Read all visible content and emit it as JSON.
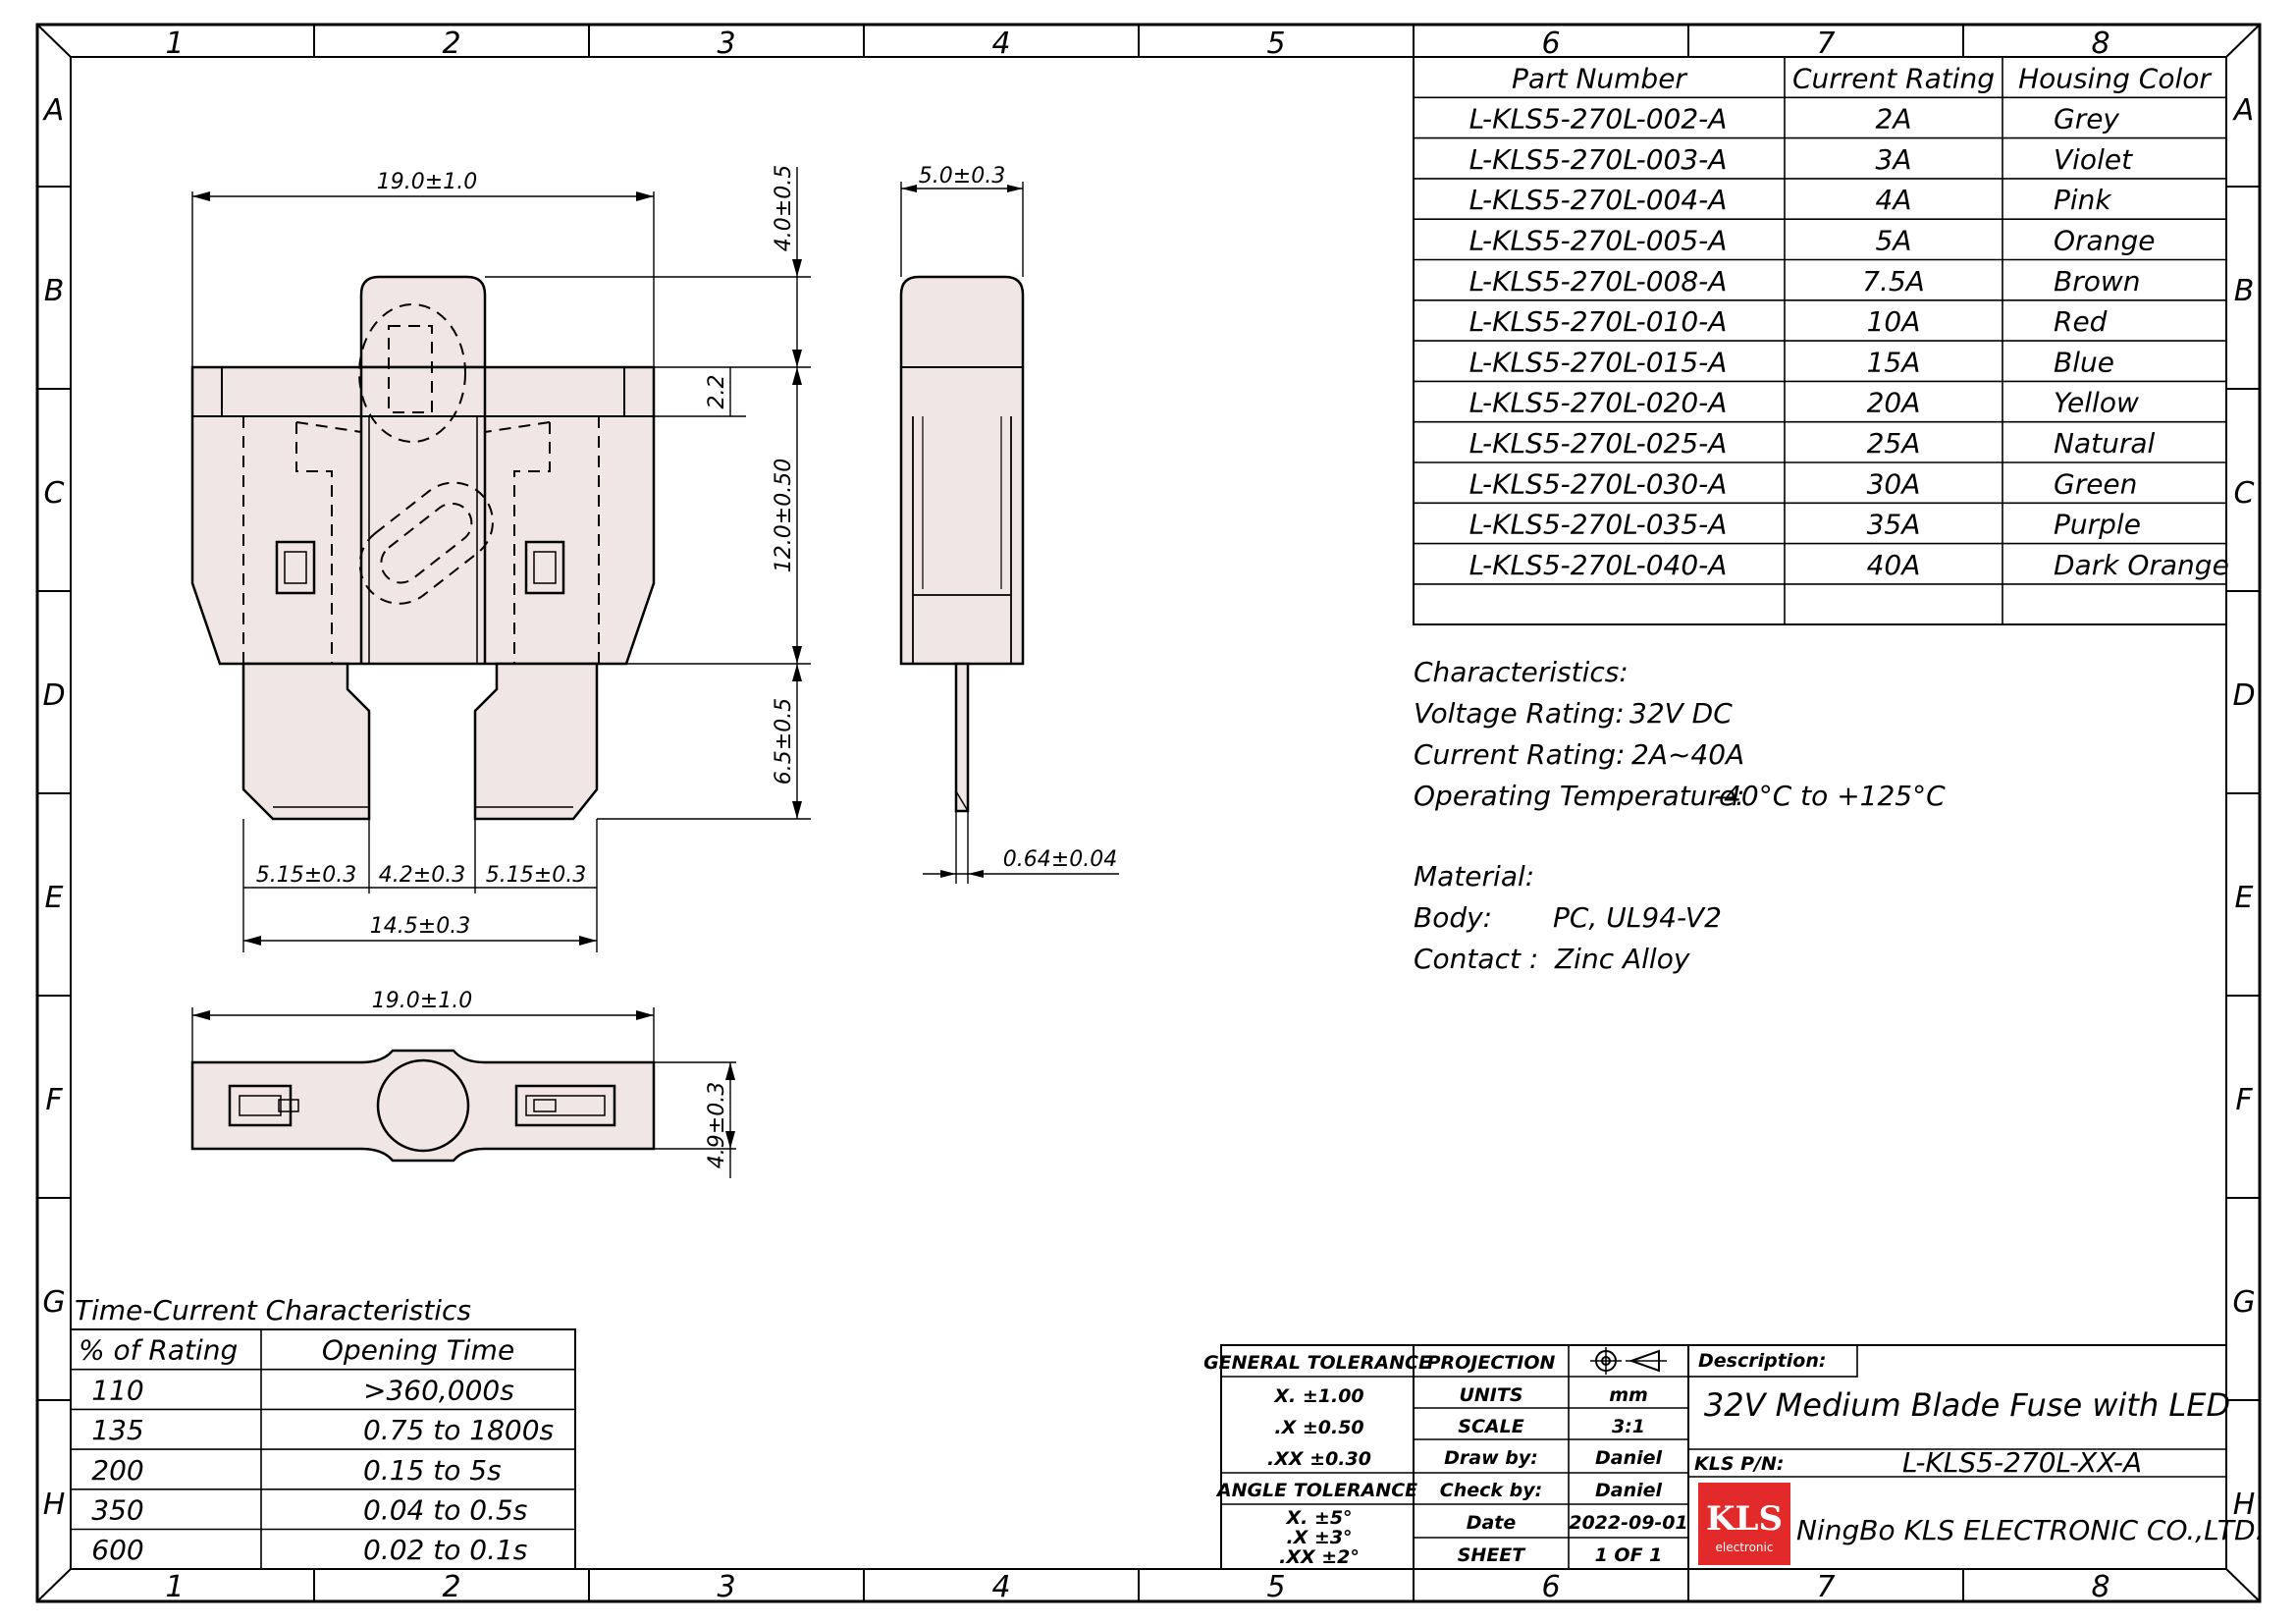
{
  "frame": {
    "columns": [
      "1",
      "2",
      "3",
      "4",
      "5",
      "6",
      "7",
      "8"
    ],
    "rows": [
      "A",
      "B",
      "C",
      "D",
      "E",
      "F",
      "G",
      "H"
    ]
  },
  "part_table": {
    "headers": [
      "Part Number",
      "Current Rating",
      "Housing Color"
    ],
    "rows": [
      [
        "L-KLS5-270L-002-A",
        "2A",
        "Grey"
      ],
      [
        "L-KLS5-270L-003-A",
        "3A",
        "Violet"
      ],
      [
        "L-KLS5-270L-004-A",
        "4A",
        "Pink"
      ],
      [
        "L-KLS5-270L-005-A",
        "5A",
        "Orange"
      ],
      [
        "L-KLS5-270L-008-A",
        "7.5A",
        "Brown"
      ],
      [
        "L-KLS5-270L-010-A",
        "10A",
        "Red"
      ],
      [
        "L-KLS5-270L-015-A",
        "15A",
        "Blue"
      ],
      [
        "L-KLS5-270L-020-A",
        "20A",
        "Yellow"
      ],
      [
        "L-KLS5-270L-025-A",
        "25A",
        "Natural"
      ],
      [
        "L-KLS5-270L-030-A",
        "30A",
        "Green"
      ],
      [
        "L-KLS5-270L-035-A",
        "35A",
        "Purple"
      ],
      [
        "L-KLS5-270L-040-A",
        "40A",
        "Dark Orange"
      ]
    ]
  },
  "characteristics": {
    "title": "Characteristics:",
    "voltage_label": "Voltage Rating:",
    "voltage_value": "32V DC",
    "current_label": "Current Rating:",
    "current_value": "2A~40A",
    "temp_label": "Operating Temperature:",
    "temp_value": "-40°C to +125°C"
  },
  "material": {
    "title": "Material:",
    "body_label": "Body:",
    "body_value": "PC, UL94-V2",
    "contact_label": "Contact :",
    "contact_value": "Zinc Alloy"
  },
  "dimensions": {
    "front_width": "19.0±1.0",
    "top_height": "4.0±0.5",
    "shoulder": "2.2",
    "body_height": "12.0±0.50",
    "leg_length": "6.5±0.5",
    "leg_left": "5.15±0.3",
    "leg_gap": "4.2±0.3",
    "leg_right": "5.15±0.3",
    "leg_span": "14.5±0.3",
    "side_width": "5.0±0.3",
    "blade_thickness": "0.64±0.04",
    "bottom_width": "19.0±1.0",
    "bottom_depth": "4.9±0.3"
  },
  "time_current": {
    "title": "Time-Current Characteristics",
    "headers": [
      "% of Rating",
      "Opening Time"
    ],
    "rows": [
      [
        "110",
        ">360,000s"
      ],
      [
        "135",
        "0.75  to 1800s"
      ],
      [
        "200",
        "0.15  to  5s"
      ],
      [
        "350",
        "0.04 to 0.5s"
      ],
      [
        "600",
        "0.02 to 0.1s"
      ]
    ]
  },
  "title_block": {
    "general_tolerance": "GENERAL TOLERANCE",
    "tol_x": "X.  ±1.00",
    "tol_x1": ".X  ±0.50",
    "tol_xx": ".XX  ±0.30",
    "angle_tolerance": "ANGLE TOLERANCE",
    "ang_x": "X.  ±5°",
    "ang_x1": ".X  ±3°",
    "ang_xx": ".XX  ±2°",
    "projection": "PROJECTION",
    "units_label": "UNITS",
    "units_value": "mm",
    "scale_label": "SCALE",
    "scale_value": "3:1",
    "draw_label": "Draw by:",
    "draw_value": "Daniel",
    "check_label": "Check by:",
    "check_value": "Daniel",
    "date_label": "Date",
    "date_value": "2022-09-01",
    "sheet_label": "SHEET",
    "sheet_value": "1  OF  1",
    "description_label": "Description:",
    "description_value": "32V Medium Blade Fuse  with LED",
    "pn_label": "KLS P/N:",
    "pn_value": "L-KLS5-270L-XX-A",
    "logo_text": "KLS",
    "logo_sub": "electronic",
    "company": "NingBo KLS ELECTRONIC CO.,LTD."
  },
  "colors": {
    "body": "#f0e6e3",
    "logo_red": "#e32a2a",
    "line": "#000000"
  }
}
